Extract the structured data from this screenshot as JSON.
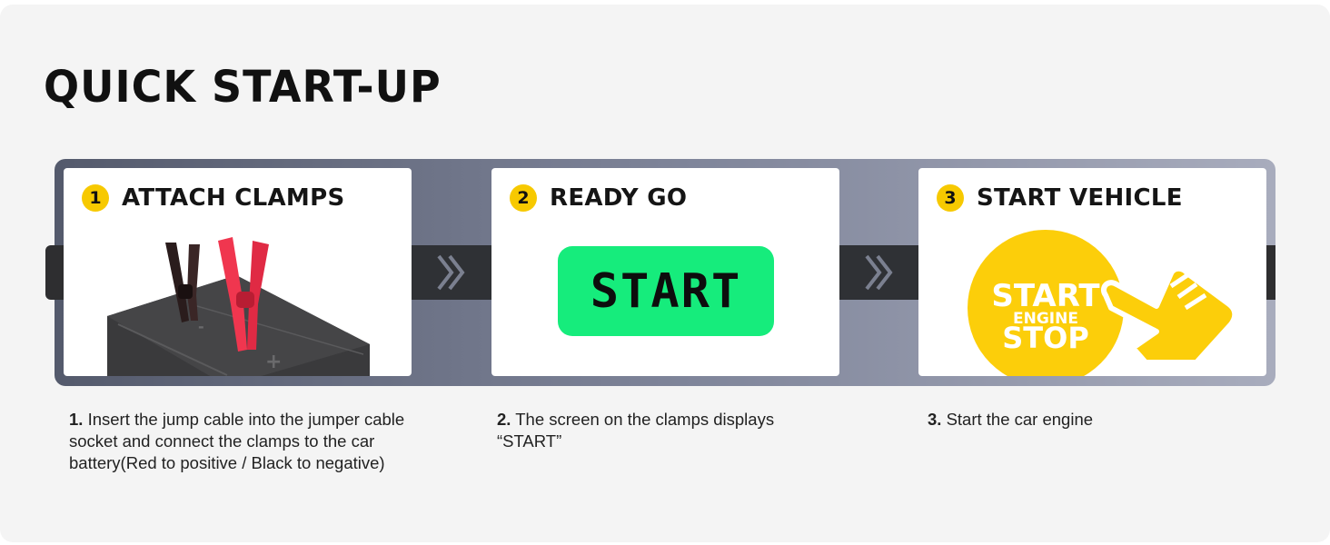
{
  "title": "QUICK START-UP",
  "steps": [
    {
      "number": "1",
      "title": "ATTACH CLAMPS",
      "desc_num": "1.",
      "desc": "Insert the jump cable into the jumper cable socket and connect the clamps to the car battery(Red to positive / Black to negative)",
      "battery_minus": "-",
      "battery_plus": "+"
    },
    {
      "number": "2",
      "title": "READY GO",
      "desc_num": "2.",
      "desc": "The screen on the clamps displays “START”",
      "screen_text": "START"
    },
    {
      "number": "3",
      "title": "START VEHICLE",
      "desc_num": "3.",
      "desc": "Start the car engine",
      "button_text": {
        "top": "START",
        "middle": "ENGINE",
        "bottom": "STOP"
      }
    }
  ],
  "colors": {
    "accent_yellow": "#f7c900",
    "screen_green": "#16ec7c",
    "clamp_red": "#f0364f",
    "clamp_black": "#2a1c1c"
  },
  "icons": [
    "chevron-double-right-icon",
    "hand-pointer-icon",
    "battery-clamps-illustration"
  ]
}
